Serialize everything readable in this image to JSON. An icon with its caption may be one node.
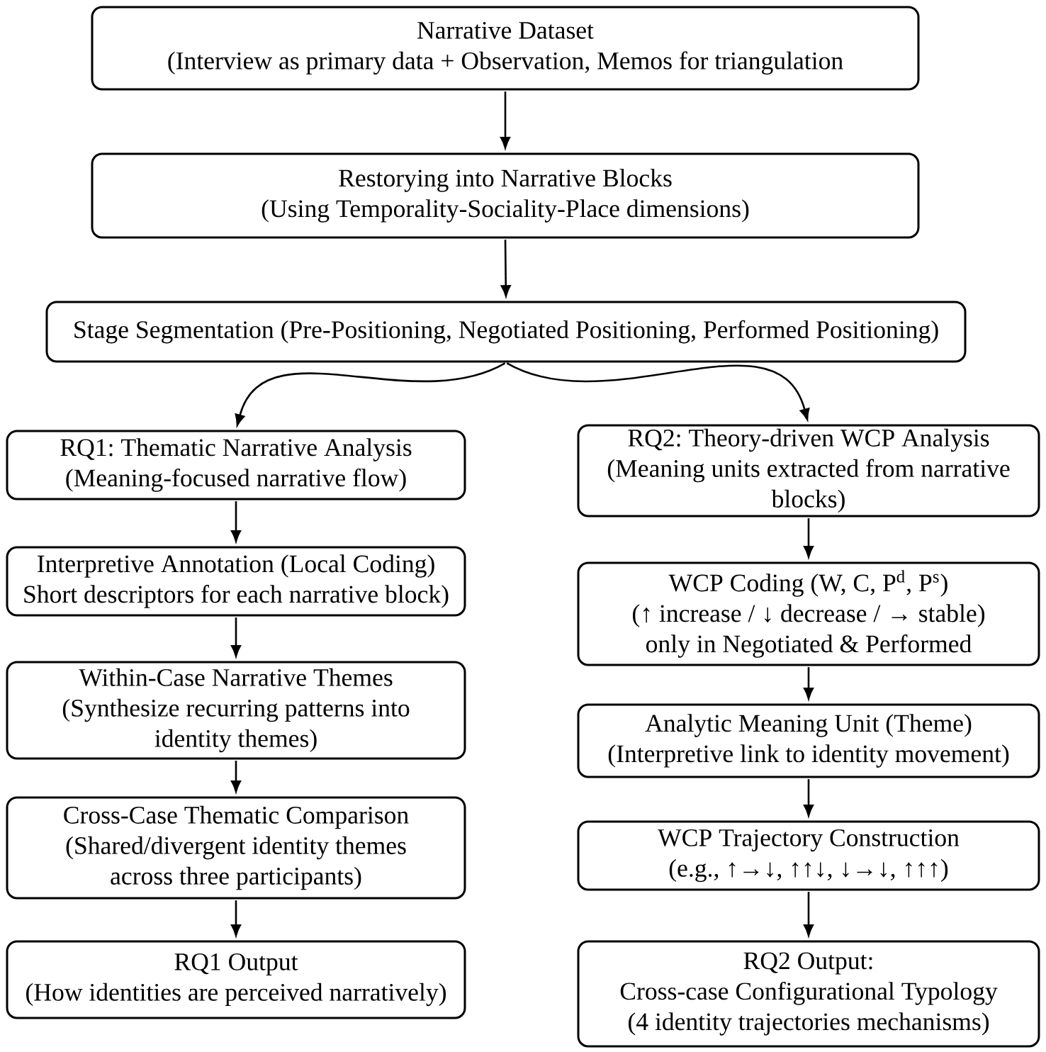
{
  "diagram": {
    "nodes": [
      {
        "text": [
          "Narrative Dataset",
          "(Interview as primary data + Observation, Memos for triangulation"
        ]
      },
      {
        "text": [
          "Restorying into Narrative Blocks",
          "(Using Temporality-Sociality-Place dimensions)"
        ]
      },
      {
        "text": [
          "Stage Segmentation (Pre-Positioning, Negotiated Positioning, Performed Positioning)"
        ]
      },
      {
        "text": [
          "RQ1: Thematic Narrative Analysis",
          "(Meaning-focused narrative flow)"
        ]
      },
      {
        "text": [
          "Interpretive Annotation (Local Coding)",
          "Short descriptors for each narrative block)"
        ]
      },
      {
        "text": [
          "Within-Case Narrative Themes",
          "(Synthesize recurring patterns into identity themes)"
        ]
      },
      {
        "text": [
          "Cross-Case Thematic Comparison",
          "(Shared/divergent identity themes across three participants)"
        ]
      },
      {
        "text": [
          "RQ1 Output",
          "(How identities are perceived narratively)"
        ]
      },
      {
        "text": [
          "RQ2: Theory-driven WCP Analysis",
          "(Meaning units extracted from narrative blocks)"
        ]
      },
      {
        "text": [
          "WCP Coding (W, C, P$^{d}$, P$^{s}$)",
          "(↑ increase / ↓ decrease / → stable)",
          "only in Negotiated & Performed"
        ]
      },
      {
        "text": [
          "Analytic Meaning Unit (Theme)",
          "(Interpretive link to identity movement)"
        ]
      },
      {
        "text": [
          "WCP Trajectory Construction",
          "(e.g., ↑→↓, ↑↑↓, ↓→↓, ↑↑↑)"
        ]
      },
      {
        "text": [
          "RQ2 Output:",
          "Cross-case Configurational Typology",
          "(4 identity trajectories mechanisms)"
        ]
      }
    ],
    "edges": [
      {
        "from": 0,
        "to": 1,
        "arrow": "to"
      },
      {
        "from": 1,
        "to": 2,
        "arrow": "to"
      },
      {
        "from": 2,
        "to": 3,
        "arrow": "to"
      },
      {
        "from": 2,
        "to": 8,
        "arrow": "to"
      },
      {
        "from": 3,
        "to": 4,
        "arrow": "to"
      },
      {
        "from": 4,
        "to": 5,
        "arrow": "to"
      },
      {
        "from": 5,
        "to": 6,
        "arrow": "to"
      },
      {
        "from": 6,
        "to": 7,
        "arrow": "to"
      },
      {
        "from": 8,
        "to": 9,
        "arrow": "to"
      },
      {
        "from": 9,
        "to": 10,
        "arrow": "to"
      },
      {
        "from": 10,
        "to": 11,
        "arrow": "to"
      },
      {
        "from": 11,
        "to": 12,
        "arrow": "to"
      }
    ]
  }
}
